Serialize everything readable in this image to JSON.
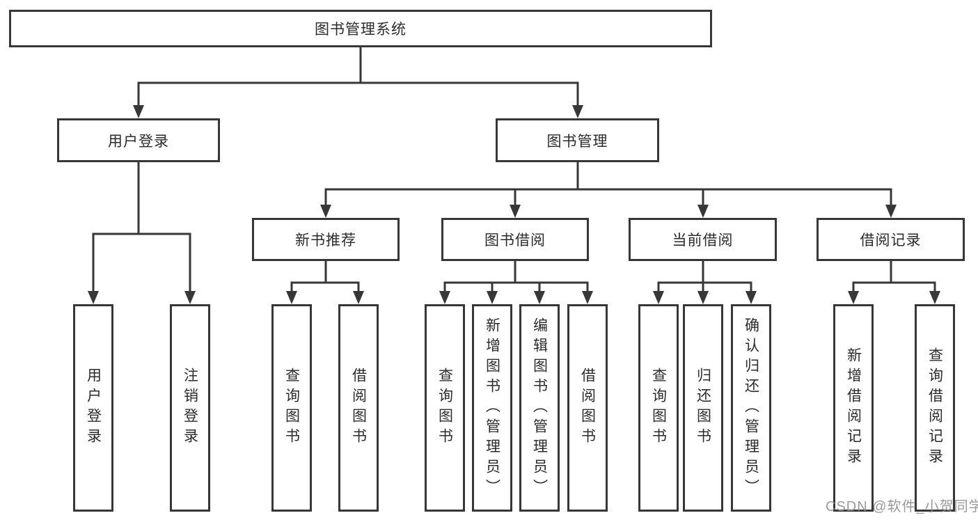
{
  "diagram": {
    "root": {
      "label": "图书管理系统"
    },
    "branches": [
      {
        "label": "用户登录",
        "children": [
          {
            "label": "用户登录"
          },
          {
            "label": "注销登录"
          }
        ]
      },
      {
        "label": "图书管理",
        "children": [
          {
            "label": "新书推荐",
            "children": [
              {
                "label": "查询图书"
              },
              {
                "label": "借阅图书"
              }
            ]
          },
          {
            "label": "图书借阅",
            "children": [
              {
                "label": "查询图书"
              },
              {
                "label": "新增图书（管理员）"
              },
              {
                "label": "编辑图书（管理员）"
              },
              {
                "label": "借阅图书"
              }
            ]
          },
          {
            "label": "当前借阅",
            "children": [
              {
                "label": "查询图书"
              },
              {
                "label": "归还图书"
              },
              {
                "label": "确认归还（管理员）"
              }
            ]
          },
          {
            "label": "借阅记录",
            "children": [
              {
                "label": "新增借阅记录"
              },
              {
                "label": "查询借阅记录"
              }
            ]
          }
        ]
      }
    ],
    "watermark": "CSDN @软件_小贺同学"
  },
  "colors": {
    "line": "#373737",
    "text": "#2b2b2b",
    "watermark": "#8f8f8f",
    "background": "#ffffff"
  }
}
